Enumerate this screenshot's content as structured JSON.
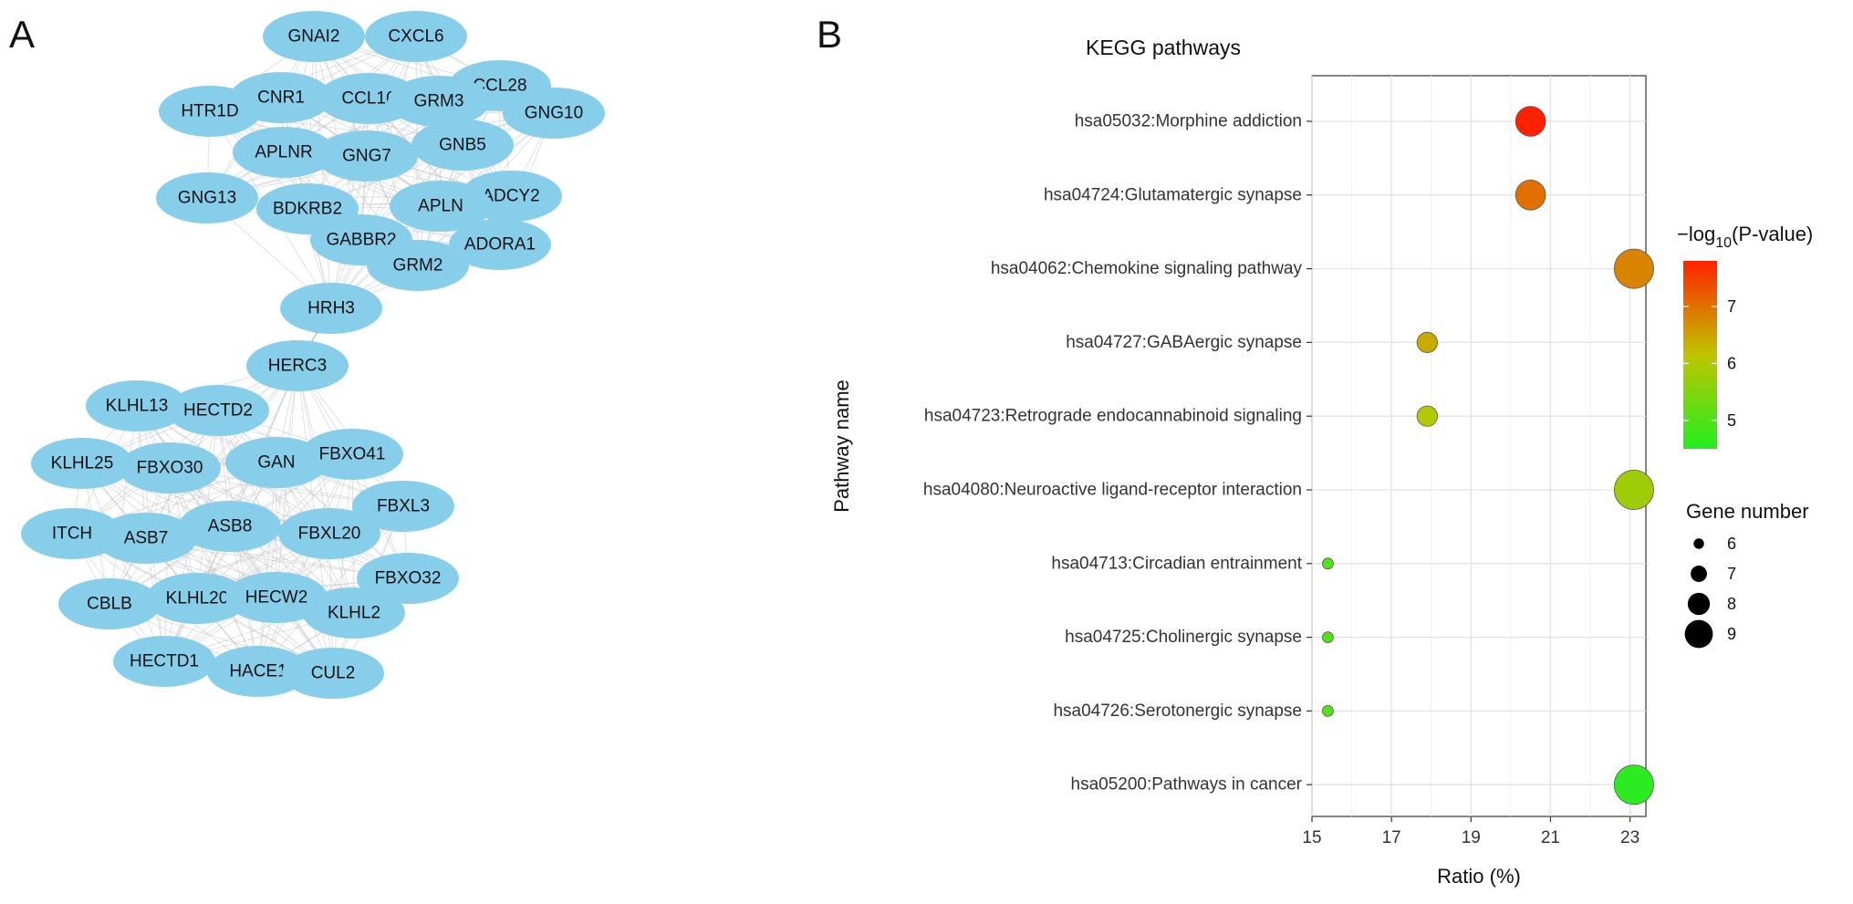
{
  "panels": {
    "a_label": "A",
    "b_label": "B"
  },
  "network": {
    "nodes": [
      {
        "id": "GNAI2",
        "label": "GNAI2"
      },
      {
        "id": "CXCL6",
        "label": "CXCL6"
      },
      {
        "id": "CCL28",
        "label": "CCL28"
      },
      {
        "id": "CNR1",
        "label": "CNR1"
      },
      {
        "id": "CCL16",
        "label": "CCL16"
      },
      {
        "id": "GRM3",
        "label": "GRM3"
      },
      {
        "id": "HTR1D",
        "label": "HTR1D"
      },
      {
        "id": "GNG10",
        "label": "GNG10"
      },
      {
        "id": "APLNR",
        "label": "APLNR"
      },
      {
        "id": "GNG7",
        "label": "GNG7"
      },
      {
        "id": "GNB5",
        "label": "GNB5"
      },
      {
        "id": "GNG13",
        "label": "GNG13"
      },
      {
        "id": "ADCY2",
        "label": "ADCY2"
      },
      {
        "id": "BDKRB2",
        "label": "BDKRB2"
      },
      {
        "id": "APLN",
        "label": "APLN"
      },
      {
        "id": "GABBR2",
        "label": "GABBR2"
      },
      {
        "id": "ADORA1",
        "label": "ADORA1"
      },
      {
        "id": "GRM2",
        "label": "GRM2"
      },
      {
        "id": "HRH3",
        "label": "HRH3"
      },
      {
        "id": "HERC3",
        "label": "HERC3"
      },
      {
        "id": "KLHL13",
        "label": "KLHL13"
      },
      {
        "id": "HECTD2",
        "label": "HECTD2"
      },
      {
        "id": "KLHL25",
        "label": "KLHL25"
      },
      {
        "id": "FBXO30",
        "label": "FBXO30"
      },
      {
        "id": "GAN",
        "label": "GAN"
      },
      {
        "id": "FBXO41",
        "label": "FBXO41"
      },
      {
        "id": "FBXL3",
        "label": "FBXL3"
      },
      {
        "id": "ITCH",
        "label": "ITCH"
      },
      {
        "id": "ASB7",
        "label": "ASB7"
      },
      {
        "id": "ASB8",
        "label": "ASB8"
      },
      {
        "id": "FBXL20",
        "label": "FBXL20"
      },
      {
        "id": "FBXO32",
        "label": "FBXO32"
      },
      {
        "id": "CBLB",
        "label": "CBLB"
      },
      {
        "id": "KLHL20",
        "label": "KLHL20"
      },
      {
        "id": "HECW2",
        "label": "HECW2"
      },
      {
        "id": "KLHL2",
        "label": "KLHL2"
      },
      {
        "id": "HECTD1",
        "label": "HECTD1"
      },
      {
        "id": "HACE1",
        "label": "HACE1"
      },
      {
        "id": "CUL2",
        "label": "CUL2"
      }
    ],
    "bridge": [
      "HRH3",
      "HERC3"
    ],
    "node_color": "#87CEEB",
    "edge_color": "#c8c8c8"
  },
  "chart_data": {
    "type": "scatter",
    "title": "KEGG pathways",
    "xlabel": "Ratio (%)",
    "ylabel": "Pathway name",
    "xlim": [
      15,
      23.4
    ],
    "xticks": [
      15,
      17,
      19,
      21,
      23
    ],
    "grid": true,
    "points": [
      {
        "pathway": "hsa05032:Morphine addiction",
        "ratio": 20.5,
        "neg_log10_p": 7.8,
        "gene_number": 8
      },
      {
        "pathway": "hsa04724:Glutamatergic synapse",
        "ratio": 20.5,
        "neg_log10_p": 7.0,
        "gene_number": 8
      },
      {
        "pathway": "hsa04062:Chemokine signaling pathway",
        "ratio": 23.1,
        "neg_log10_p": 6.8,
        "gene_number": 9
      },
      {
        "pathway": "hsa04727:GABAergic synapse",
        "ratio": 17.9,
        "neg_log10_p": 6.4,
        "gene_number": 7
      },
      {
        "pathway": "hsa04723:Retrograde endocannabinoid signaling",
        "ratio": 17.9,
        "neg_log10_p": 6.0,
        "gene_number": 7
      },
      {
        "pathway": "hsa04080:Neuroactive ligand-receptor interaction",
        "ratio": 23.1,
        "neg_log10_p": 5.8,
        "gene_number": 9
      },
      {
        "pathway": "hsa04713:Circadian entrainment",
        "ratio": 15.4,
        "neg_log10_p": 5.0,
        "gene_number": 6
      },
      {
        "pathway": "hsa04725:Cholinergic synapse",
        "ratio": 15.4,
        "neg_log10_p": 5.0,
        "gene_number": 6
      },
      {
        "pathway": "hsa04726:Serotonergic synapse",
        "ratio": 15.4,
        "neg_log10_p": 5.0,
        "gene_number": 6
      },
      {
        "pathway": "hsa05200:Pathways in cancer",
        "ratio": 23.1,
        "neg_log10_p": 4.6,
        "gene_number": 9
      }
    ],
    "color_legend": {
      "title_prefix": "−log",
      "title_sub": "10",
      "title_suffix": "(P-value)",
      "range": [
        4.5,
        7.8
      ],
      "ticks": [
        5,
        6,
        7
      ],
      "colors": [
        "#22ee22",
        "#bfc400",
        "#ff2200"
      ]
    },
    "size_legend": {
      "title": "Gene number",
      "values": [
        6,
        7,
        8,
        9
      ]
    },
    "point_outline": "#555555"
  }
}
